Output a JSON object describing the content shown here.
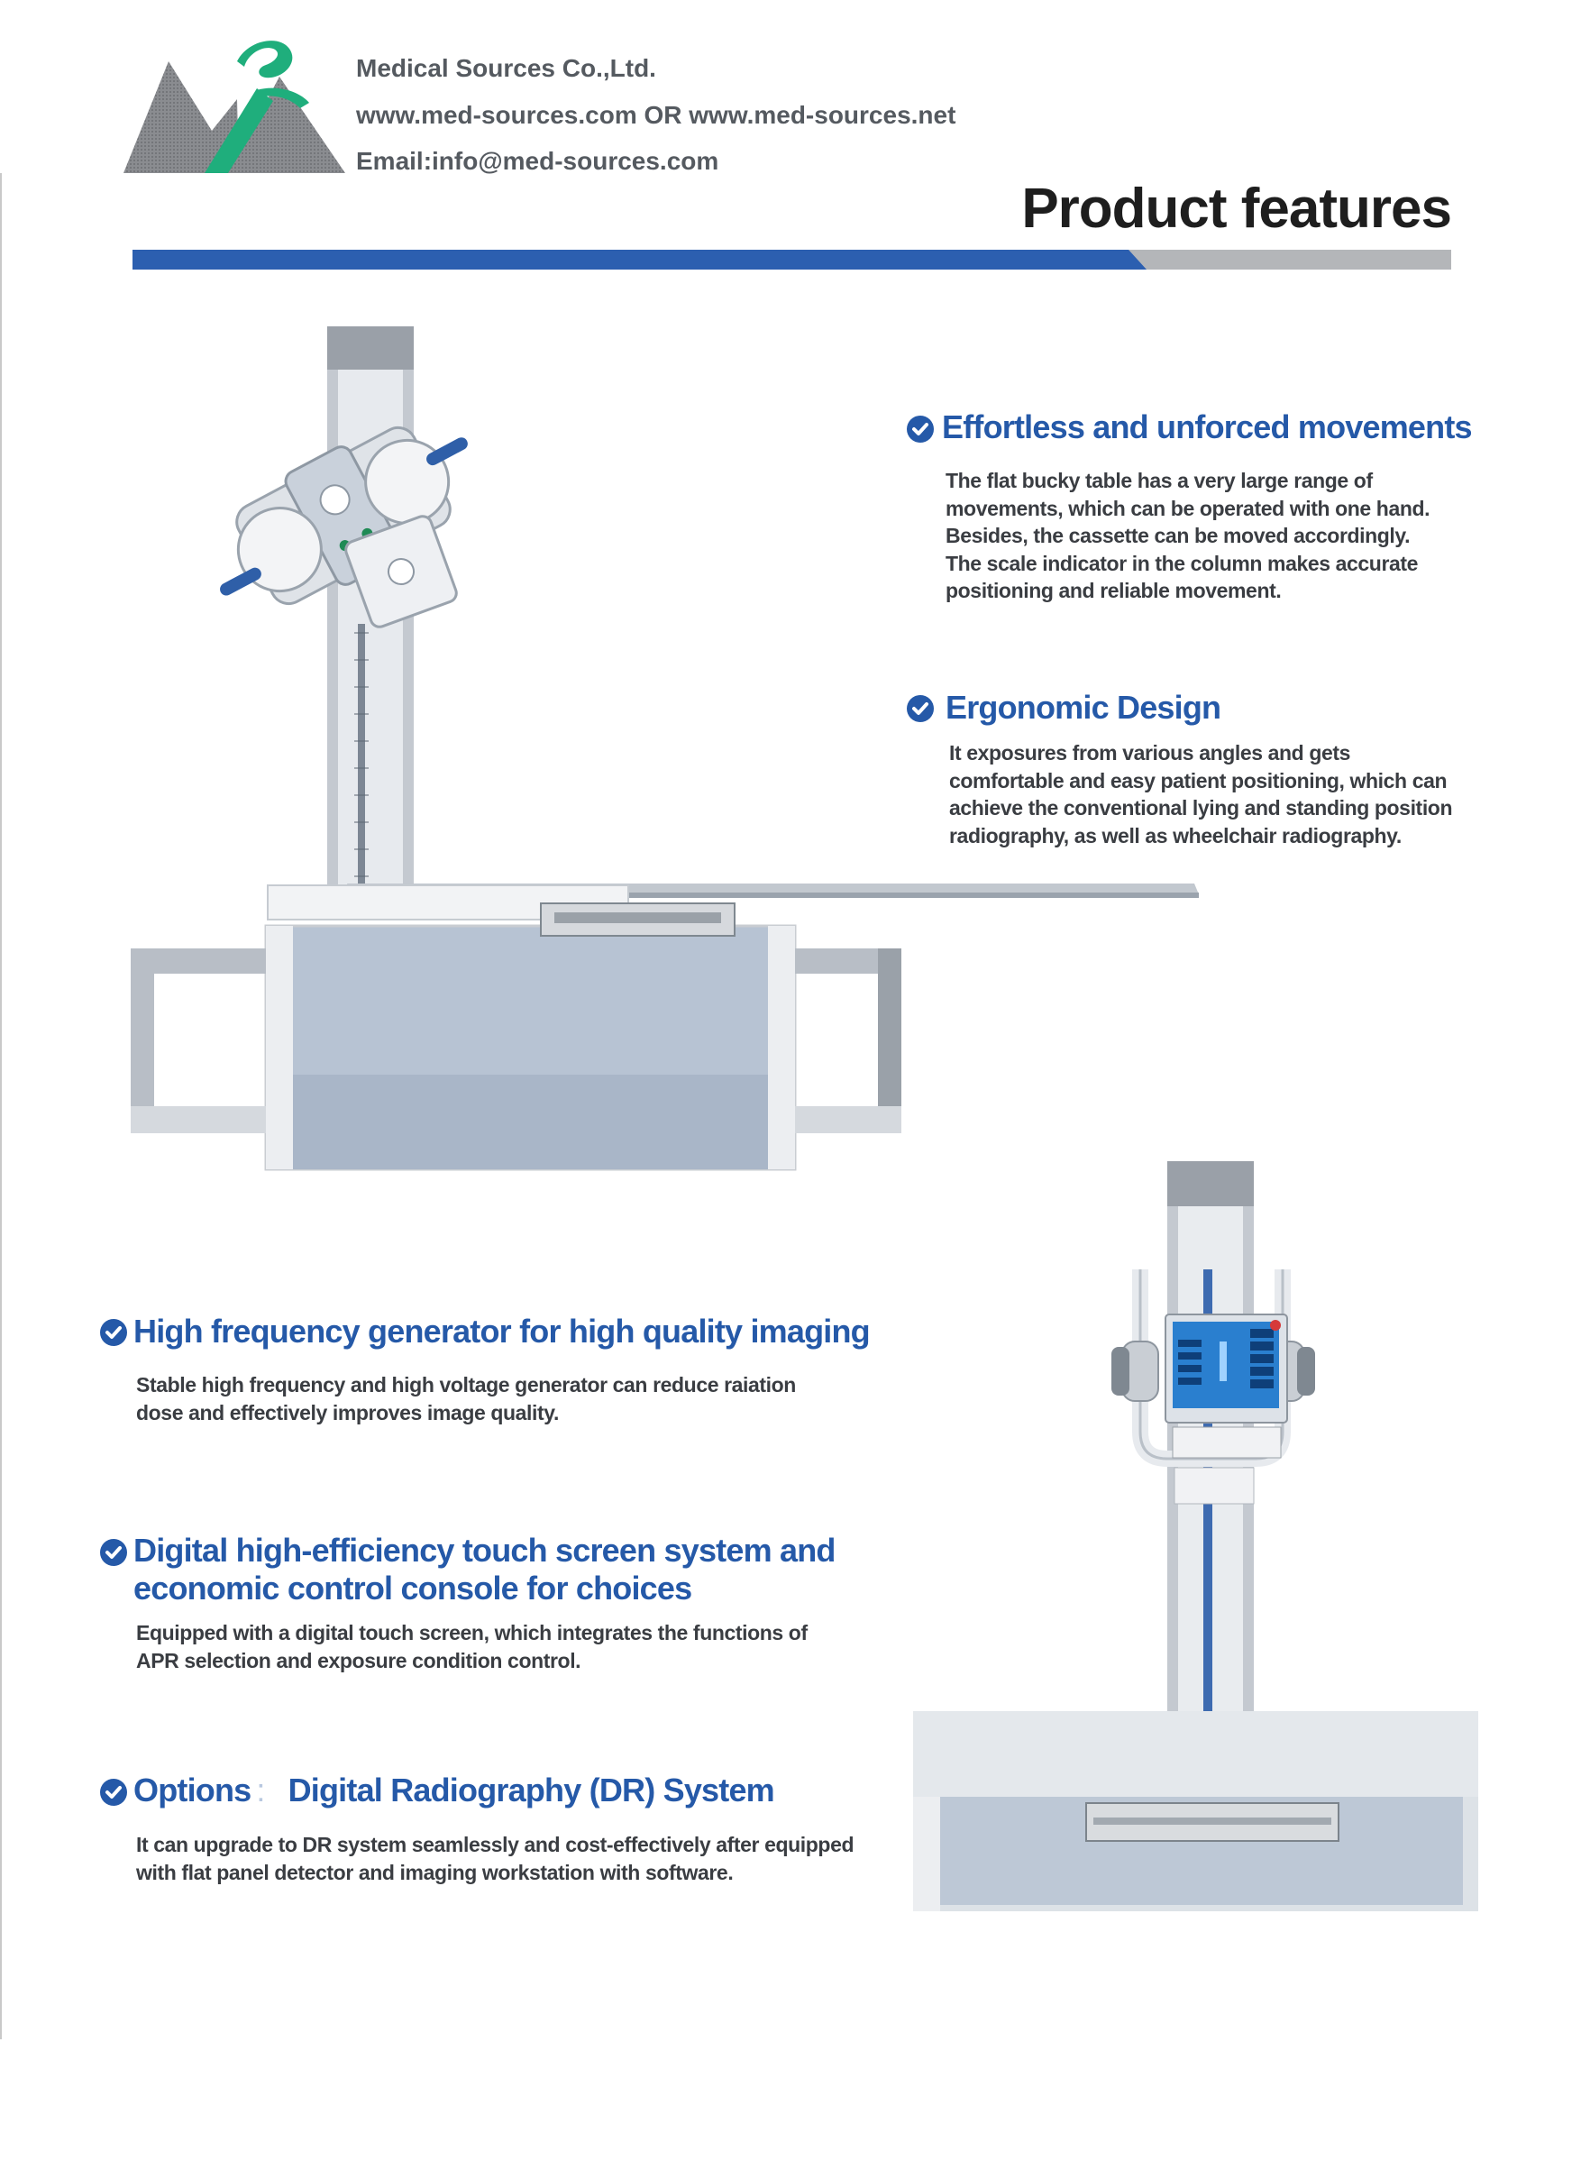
{
  "header": {
    "company_name": "Medical Sources Co.,Ltd.",
    "websites": "www.med-sources.com OR www.med-sources.net",
    "email": "Email:info@med-sources.com",
    "logo_icon": "ms-logo-icon"
  },
  "page_title": "Product features",
  "colors": {
    "accent_blue": "#2c5fb0",
    "heading_blue": "#2559a8",
    "bar_grey": "#b4b6b9"
  },
  "features": [
    {
      "heading": "Effortless and unforced movements",
      "lines": [
        "The flat bucky table has a very large range of",
        "movements, which can be operated with one hand.",
        "Besides, the cassette can be moved accordingly.",
        "The scale indicator in the column makes accurate",
        "positioning and reliable movement."
      ]
    },
    {
      "heading": "Ergonomic Design",
      "lines": [
        "It exposures from various angles and gets",
        "comfortable and easy patient positioning, which can",
        "achieve the conventional lying and standing position",
        "radiography, as well as wheelchair radiography."
      ]
    },
    {
      "heading": "High frequency generator for high quality imaging",
      "lines": [
        "Stable high frequency and high voltage generator can reduce raiation",
        "dose and effectively improves image quality."
      ]
    },
    {
      "heading_lines": [
        "Digital high-efficiency touch screen system and",
        "economic control console for choices"
      ],
      "lines": [
        "Equipped with a digital touch screen, which integrates the functions of",
        "APR selection and exposure condition control."
      ]
    },
    {
      "heading_prefix": "Options",
      "heading_separator": ":",
      "heading": "Digital Radiography (DR) System",
      "lines": [
        "It can upgrade to DR system seamlessly and cost-effectively after equipped",
        "with flat panel detector and imaging workstation with software."
      ]
    }
  ]
}
